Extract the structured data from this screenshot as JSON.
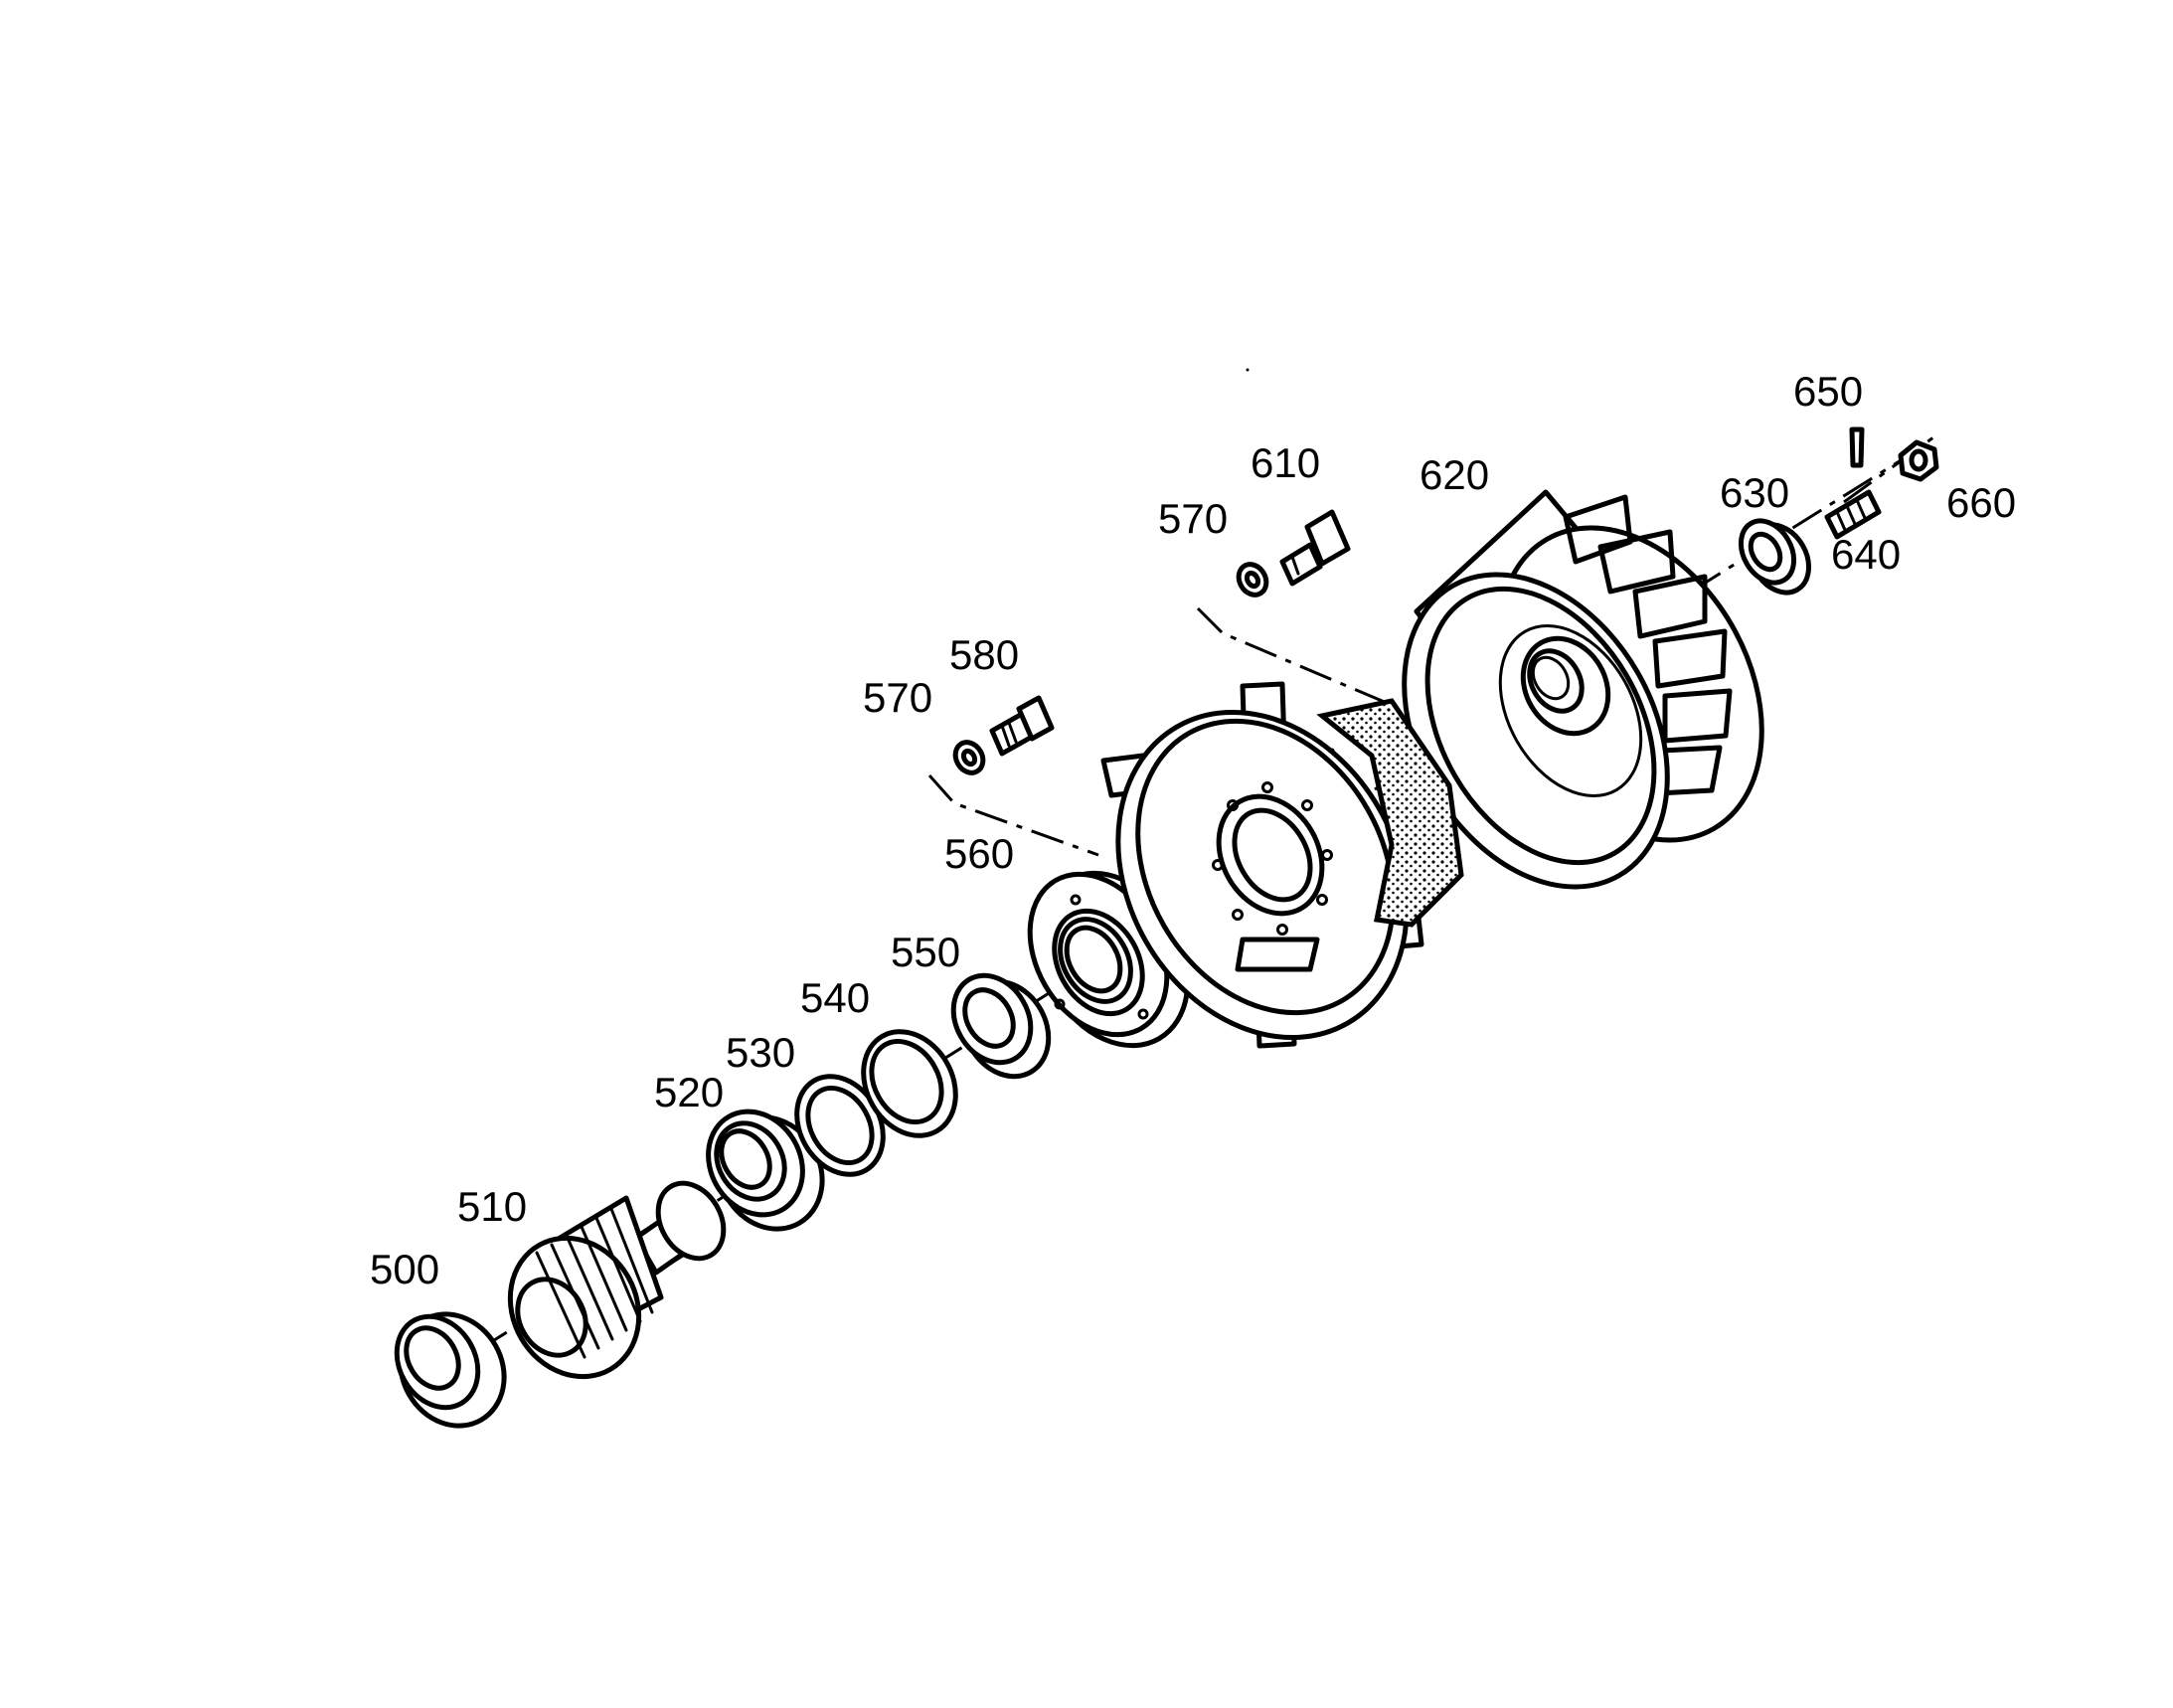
{
  "parts": [
    {
      "id": "p500",
      "label": "500"
    },
    {
      "id": "p510",
      "label": "510"
    },
    {
      "id": "p520",
      "label": "520"
    },
    {
      "id": "p530",
      "label": "530"
    },
    {
      "id": "p540",
      "label": "540"
    },
    {
      "id": "p550",
      "label": "550"
    },
    {
      "id": "p560",
      "label": "560"
    },
    {
      "id": "p570a",
      "label": "570"
    },
    {
      "id": "p580",
      "label": "580"
    },
    {
      "id": "p570b",
      "label": "570"
    },
    {
      "id": "p610",
      "label": "610"
    },
    {
      "id": "p620",
      "label": "620"
    },
    {
      "id": "p630",
      "label": "630"
    },
    {
      "id": "p640",
      "label": "640"
    },
    {
      "id": "p650",
      "label": "650"
    },
    {
      "id": "p660",
      "label": "660"
    }
  ]
}
